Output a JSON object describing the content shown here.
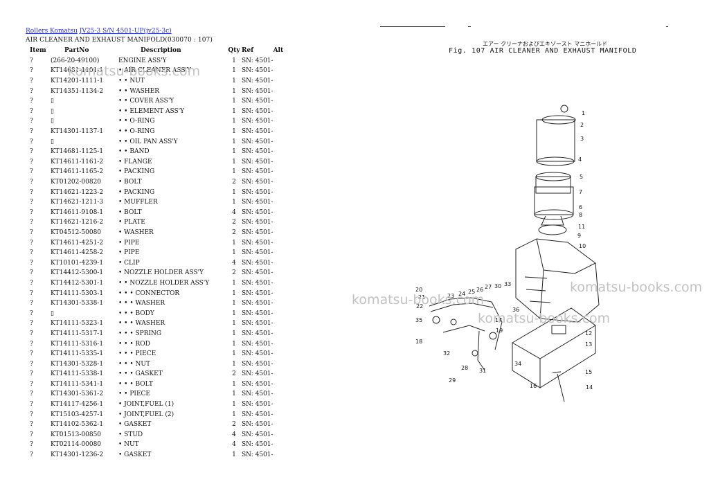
{
  "breadcrumb": {
    "models": "Rollers Komatsu",
    "model": "JV25-3 S/N 4501-UP(jv25-3c)"
  },
  "subtitle": "AIR CLEANER AND EXHAUST MANIFOLD(030070 : 107)",
  "table": {
    "headers": {
      "item": "Item",
      "partno": "PartNo",
      "description": "Description",
      "qty": "Qty",
      "ref": "Ref",
      "alt": "Alt"
    },
    "rows": [
      {
        "item": "?",
        "partno": "(266-20-49100)",
        "desc": "ENGINE ASS'Y",
        "qty": "1",
        "ref": "SN: 4501-"
      },
      {
        "item": "?",
        "partno": "KT14681-1101-1",
        "desc": "• AIR CLEANER ASS'Y",
        "qty": "1",
        "ref": "SN: 4501-"
      },
      {
        "item": "?",
        "partno": "KT14201-1111-1",
        "desc": "• • NUT",
        "qty": "1",
        "ref": "SN: 4501-"
      },
      {
        "item": "?",
        "partno": "KT14351-1134-2",
        "desc": "• • WASHER",
        "qty": "1",
        "ref": "SN: 4501-"
      },
      {
        "item": "?",
        "partno": "▯",
        "desc": "• • COVER ASS'Y",
        "qty": "1",
        "ref": "SN: 4501-"
      },
      {
        "item": "?",
        "partno": "▯",
        "desc": "• • ELEMENT ASS'Y",
        "qty": "1",
        "ref": "SN: 4501-"
      },
      {
        "item": "?",
        "partno": "▯",
        "desc": "• • O-RING",
        "qty": "1",
        "ref": "SN: 4501-"
      },
      {
        "item": "?",
        "partno": "KT14301-1137-1",
        "desc": "• • O-RING",
        "qty": "1",
        "ref": "SN: 4501-"
      },
      {
        "item": "?",
        "partno": "▯",
        "desc": "• • OIL PAN ASS'Y",
        "qty": "1",
        "ref": "SN: 4501-"
      },
      {
        "item": "?",
        "partno": "KT14681-1125-1",
        "desc": "• • BAND",
        "qty": "1",
        "ref": "SN: 4501-"
      },
      {
        "item": "?",
        "partno": "KT14611-1161-2",
        "desc": "• FLANGE",
        "qty": "1",
        "ref": "SN: 4501-"
      },
      {
        "item": "?",
        "partno": "KT14611-1165-2",
        "desc": "• PACKING",
        "qty": "1",
        "ref": "SN: 4501-"
      },
      {
        "item": "?",
        "partno": "KT01202-00820",
        "desc": "• BOLT",
        "qty": "2",
        "ref": "SN: 4501-"
      },
      {
        "item": "?",
        "partno": "KT14621-1223-2",
        "desc": "• PACKING",
        "qty": "1",
        "ref": "SN: 4501-"
      },
      {
        "item": "?",
        "partno": "KT14621-1211-3",
        "desc": "• MUFFLER",
        "qty": "1",
        "ref": "SN: 4501-"
      },
      {
        "item": "?",
        "partno": "KT14611-9108-1",
        "desc": "• BOLT",
        "qty": "4",
        "ref": "SN: 4501-"
      },
      {
        "item": "?",
        "partno": "KT14621-1216-2",
        "desc": "• PLATE",
        "qty": "2",
        "ref": "SN: 4501-"
      },
      {
        "item": "?",
        "partno": "KT04512-50080",
        "desc": "• WASHER",
        "qty": "2",
        "ref": "SN: 4501-"
      },
      {
        "item": "?",
        "partno": "KT14611-4251-2",
        "desc": "• PIPE",
        "qty": "1",
        "ref": "SN: 4501-"
      },
      {
        "item": "?",
        "partno": "KT14611-4258-2",
        "desc": "• PIPE",
        "qty": "1",
        "ref": "SN: 4501-"
      },
      {
        "item": "?",
        "partno": "KT10101-4239-1",
        "desc": "• CLIP",
        "qty": "4",
        "ref": "SN: 4501-"
      },
      {
        "item": "?",
        "partno": "KT14412-5300-1",
        "desc": "• NOZZLE HOLDER ASS'Y",
        "qty": "2",
        "ref": "SN: 4501-"
      },
      {
        "item": "?",
        "partno": "KT14412-5301-1",
        "desc": "• • NOZZLE HOLDER ASS'Y",
        "qty": "1",
        "ref": "SN: 4501-"
      },
      {
        "item": "?",
        "partno": "KT14111-5303-1",
        "desc": "• • • CONNECTOR",
        "qty": "1",
        "ref": "SN: 4501-"
      },
      {
        "item": "?",
        "partno": "KT14301-5338-1",
        "desc": "• • • WASHER",
        "qty": "1",
        "ref": "SN: 4501-"
      },
      {
        "item": "?",
        "partno": "▯",
        "desc": "• • • BODY",
        "qty": "1",
        "ref": "SN: 4501-"
      },
      {
        "item": "?",
        "partno": "KT14111-5323-1",
        "desc": "• • • WASHER",
        "qty": "1",
        "ref": "SN: 4501-"
      },
      {
        "item": "?",
        "partno": "KT14111-5317-1",
        "desc": "• • • SPRING",
        "qty": "1",
        "ref": "SN: 4501-"
      },
      {
        "item": "?",
        "partno": "KT14111-5316-1",
        "desc": "• • • ROD",
        "qty": "1",
        "ref": "SN: 4501-"
      },
      {
        "item": "?",
        "partno": "KT14111-5335-1",
        "desc": "• • • PIECE",
        "qty": "1",
        "ref": "SN: 4501-"
      },
      {
        "item": "?",
        "partno": "KT14301-5328-1",
        "desc": "• • • NUT",
        "qty": "1",
        "ref": "SN: 4501-"
      },
      {
        "item": "?",
        "partno": "KT14111-5338-1",
        "desc": "• • • GASKET",
        "qty": "2",
        "ref": "SN: 4501-"
      },
      {
        "item": "?",
        "partno": "KT14111-5341-1",
        "desc": "• • • BOLT",
        "qty": "1",
        "ref": "SN: 4501-"
      },
      {
        "item": "?",
        "partno": "KT14301-5361-2",
        "desc": "• • PIECE",
        "qty": "1",
        "ref": "SN: 4501-"
      },
      {
        "item": "?",
        "partno": "KT14117-4256-1",
        "desc": "• JOINT,FUEL (1)",
        "qty": "1",
        "ref": "SN: 4501-"
      },
      {
        "item": "?",
        "partno": "KT15103-4257-1",
        "desc": "• JOINT,FUEL (2)",
        "qty": "1",
        "ref": "SN: 4501-"
      },
      {
        "item": "?",
        "partno": "KT14102-5362-1",
        "desc": "• GASKET",
        "qty": "2",
        "ref": "SN: 4501-"
      },
      {
        "item": "?",
        "partno": "KT01513-00850",
        "desc": "• STUD",
        "qty": "4",
        "ref": "SN: 4501-"
      },
      {
        "item": "?",
        "partno": "KT02114-00080",
        "desc": "• NUT",
        "qty": "4",
        "ref": "SN: 4501-"
      },
      {
        "item": "?",
        "partno": "KT14301-1236-2",
        "desc": "• GASKET",
        "qty": "1",
        "ref": "SN: 4501-"
      }
    ]
  },
  "watermark": "komatsu-books.com",
  "figure": {
    "japanese_title": "エアー クリーナおよびエキゾースト マニホールド",
    "title": "Fig. 107   AIR CLEANER AND EXHAUST MANIFOLD",
    "callouts": [
      "1",
      "2",
      "3",
      "4",
      "5",
      "7",
      "6",
      "8",
      "11",
      "9",
      "10",
      "20",
      "21",
      "22",
      "23",
      "24",
      "25",
      "26",
      "27",
      "30",
      "33",
      "34",
      "35",
      "36",
      "17",
      "19",
      "18",
      "32",
      "28",
      "29",
      "31",
      "12",
      "13",
      "15",
      "16",
      "14"
    ]
  }
}
